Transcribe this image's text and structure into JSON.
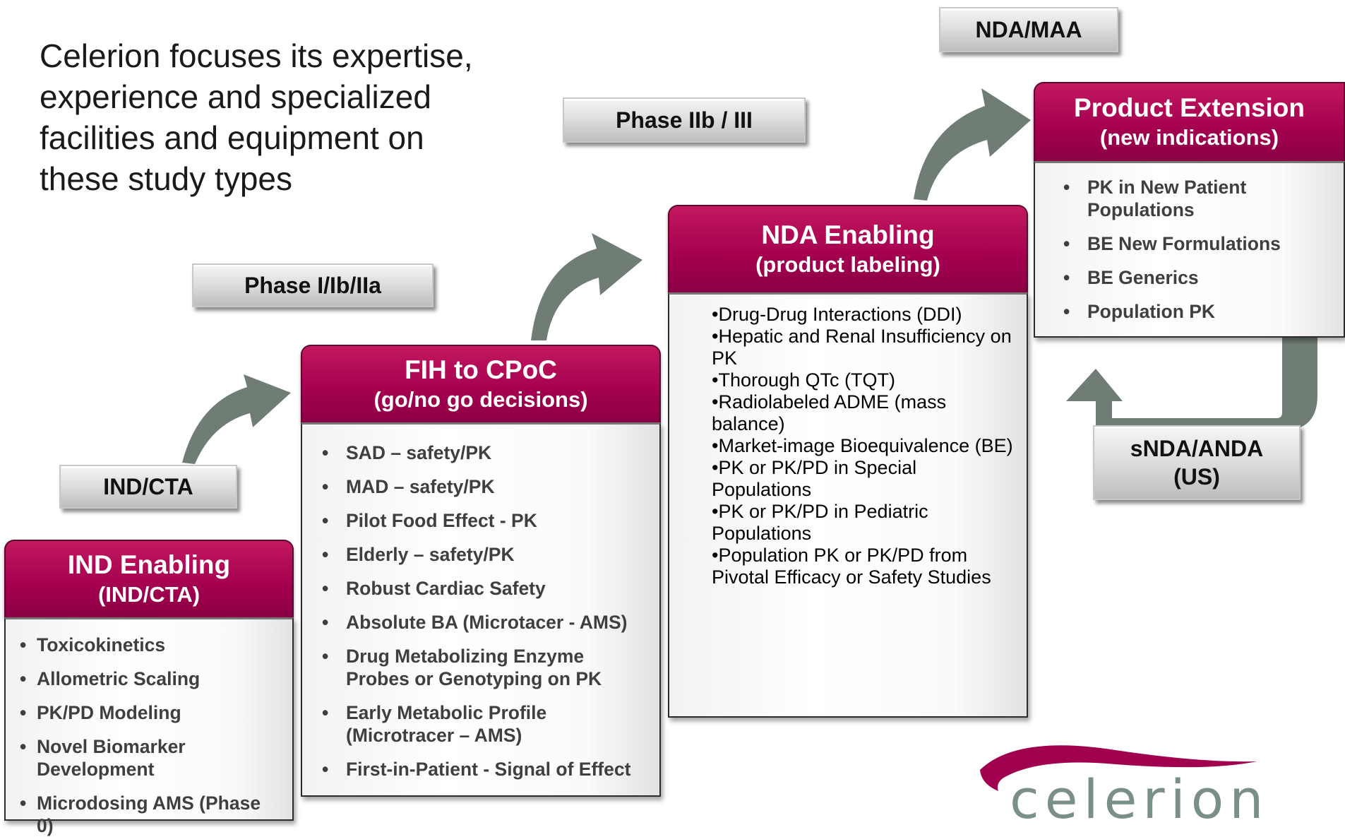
{
  "intro": {
    "line1": "Celerion focuses its expertise,",
    "line2": "experience and specialized",
    "line3": "facilities and equipment on",
    "line4": "these study types"
  },
  "milestones": {
    "ind_cta": "IND/CTA",
    "phase1": "Phase I/Ib/IIa",
    "phase3": "Phase IIb / III",
    "nda_maa": "NDA/MAA",
    "snda_line1": "sNDA/ANDA",
    "snda_line2": "(US)"
  },
  "cards": {
    "ind": {
      "title": "IND Enabling",
      "subtitle": "(IND/CTA)",
      "items": [
        "Toxicokinetics",
        "Allometric Scaling",
        "PK/PD Modeling",
        "Novel Biomarker Development",
        "Microdosing AMS (Phase 0)"
      ]
    },
    "fih": {
      "title": "FIH to CPoC",
      "subtitle": "(go/no go decisions)",
      "items": [
        "SAD – safety/PK",
        "MAD – safety/PK",
        "Pilot Food Effect - PK",
        "Elderly – safety/PK",
        "Robust Cardiac Safety",
        "Absolute BA (Microtacer - AMS)",
        "Drug Metabolizing Enzyme Probes or Genotyping on PK",
        "Early Metabolic Profile (Microtracer – AMS)",
        "First-in-Patient  - Signal of Effect"
      ]
    },
    "nda": {
      "title": "NDA Enabling",
      "subtitle": "(product labeling)",
      "items": [
        "Drug-Drug Interactions (DDI)",
        "Hepatic and Renal Insufficiency on PK",
        "Thorough QTc (TQT)",
        "Radiolabeled ADME (mass balance)",
        "Market-image Bioequivalence (BE)",
        "PK or PK/PD in Special Populations",
        "PK or PK/PD in Pediatric Populations",
        "Population PK or PK/PD from Pivotal Efficacy or Safety Studies"
      ]
    },
    "ext": {
      "title": "Product Extension",
      "subtitle": "(new indications)",
      "items": [
        "PK in New Patient Populations",
        "BE New Formulations",
        "BE Generics",
        "Population PK"
      ]
    }
  },
  "bullet": "•",
  "logo": {
    "text": "celerion"
  },
  "colors": {
    "header": "#a3004f",
    "arrow": "#6f7d74",
    "logo": "#7a8e8a",
    "swoosh": "#a0004e"
  }
}
